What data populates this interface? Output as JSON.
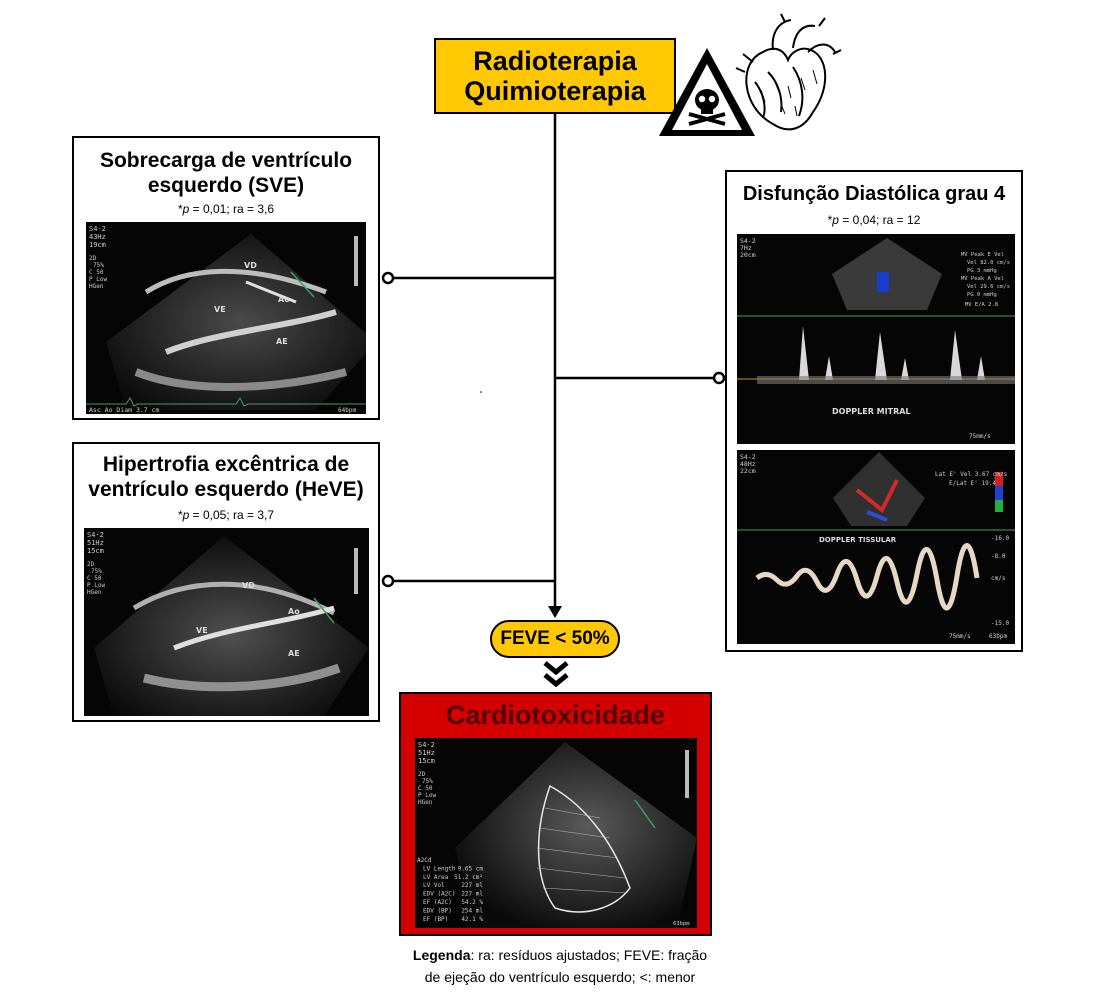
{
  "top": {
    "line1": "Radioterapia",
    "line2": "Quimioterapia"
  },
  "sve": {
    "title": "Sobrecarga de ventrículo esquerdo (SVE)",
    "stat_p_label": "p",
    "stat_rest": " = 0,01; ra = 3,6",
    "echo": {
      "hdr1": "S4-2",
      "hdr2": "43Hz",
      "hdr3": "19cm",
      "lbl_vd": "VD",
      "lbl_ve": "VE",
      "lbl_ao": "Ao",
      "lbl_ae": "AE",
      "footer": "Asc Ao Diam 3.7 cm",
      "bpm": "64bpm",
      "mode": "2D",
      "m1": "75%",
      "m2": "C 50",
      "m3": "P Low",
      "m4": "HGen"
    }
  },
  "heve": {
    "title": "Hipertrofia excêntrica de ventrículo esquerdo (HeVE)",
    "stat_p_label": "p",
    "stat_rest": " = 0,05; ra = 3,7",
    "echo": {
      "hdr1": "S4-2",
      "hdr2": "51Hz",
      "hdr3": "15cm",
      "lbl_vd": "VD",
      "lbl_ve": "VE",
      "lbl_ao": "Ao",
      "lbl_ae": "AE",
      "mode": "2D",
      "m1": "75%",
      "m2": "C 50",
      "m3": "P Low",
      "m4": "HGen"
    }
  },
  "dd": {
    "title": "Disfunção Diastólica grau 4",
    "stat_p_label": "p",
    "stat_rest": " = 0,04; ra = 12",
    "echo1": {
      "hdr1": "S4-2",
      "hdr2": "7Hz",
      "hdr3": "20cm",
      "r1": "MV Peak E Vel",
      "r2": "Vel  82.0 cm/s",
      "r3": "PG    3 mmHg",
      "r4": "MV Peak A Vel",
      "r5": "Vel  29.6 cm/s",
      "r6": "PG    0 mmHg",
      "r7": "MV E/A    2.8",
      "label": "DOPPLER MITRAL",
      "speed": "75mm/s"
    },
    "echo2": {
      "hdr1": "S4-2",
      "hdr2": "48Hz",
      "hdr3": "22cm",
      "r1": "Lat E' Vel  3.67 cm/s",
      "r2": "E/Lat E'      19.4",
      "label": "DOPPLER TISSULAR",
      "speed": "75mm/s",
      "bpm": "63bpm",
      "s1": "-8.0",
      "s2": "-16.0",
      "s3": "cm/s",
      "s4": "-15.0"
    }
  },
  "feve": {
    "label": "FEVE < 50%"
  },
  "cardio": {
    "title": "Cardiotoxicidade",
    "echo": {
      "hdr1": "S4-2",
      "hdr2": "51Hz",
      "hdr3": "15cm",
      "mode": "2D",
      "m1": "75%",
      "m2": "C 50",
      "m3": "P Low",
      "m4": "HGen",
      "bpm": "63bpm",
      "rows": [
        [
          "A2Cd",
          ""
        ],
        [
          "LV Length",
          "9.65 cm"
        ],
        [
          "LV Area",
          "51.2 cm²"
        ],
        [
          "LV Vol",
          "227 ml"
        ],
        [
          "EDV (A2C)",
          "227 ml"
        ],
        [
          "EF (A2C)",
          "54.2 %"
        ],
        [
          "EDV (BP)",
          "254 ml"
        ],
        [
          "EF (BP)",
          "42.1 %"
        ]
      ]
    }
  },
  "legend": {
    "bold": "Legenda",
    "text1": ": ra: resíduos ajustados; FEVE: fração",
    "text2": "de ejeção do ventrículo esquerdo; <: menor"
  },
  "colors": {
    "yellow": "#ffc800",
    "red": "#d40000",
    "line": "#000000"
  },
  "icons": [
    "warning-skull-icon",
    "heart-sketch-icon",
    "double-chevron-down-icon"
  ]
}
